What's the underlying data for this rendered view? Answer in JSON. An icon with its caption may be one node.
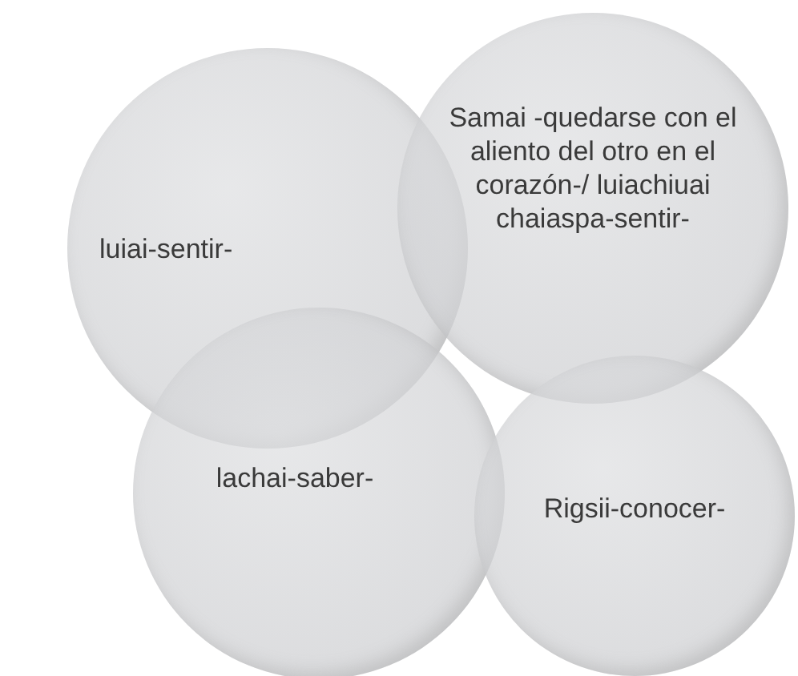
{
  "diagram": {
    "nodes": [
      {
        "text": [
          "luiai-sentir-"
        ]
      },
      {
        "text": [
          "Samai -quedarse con el aliento del otro en el corazón-/ luiachiuai chaiaspa-sentir-"
        ]
      },
      {
        "text": [
          "lachai-saber-"
        ]
      },
      {
        "text": [
          "Rigsii-conocer-"
        ]
      }
    ]
  }
}
